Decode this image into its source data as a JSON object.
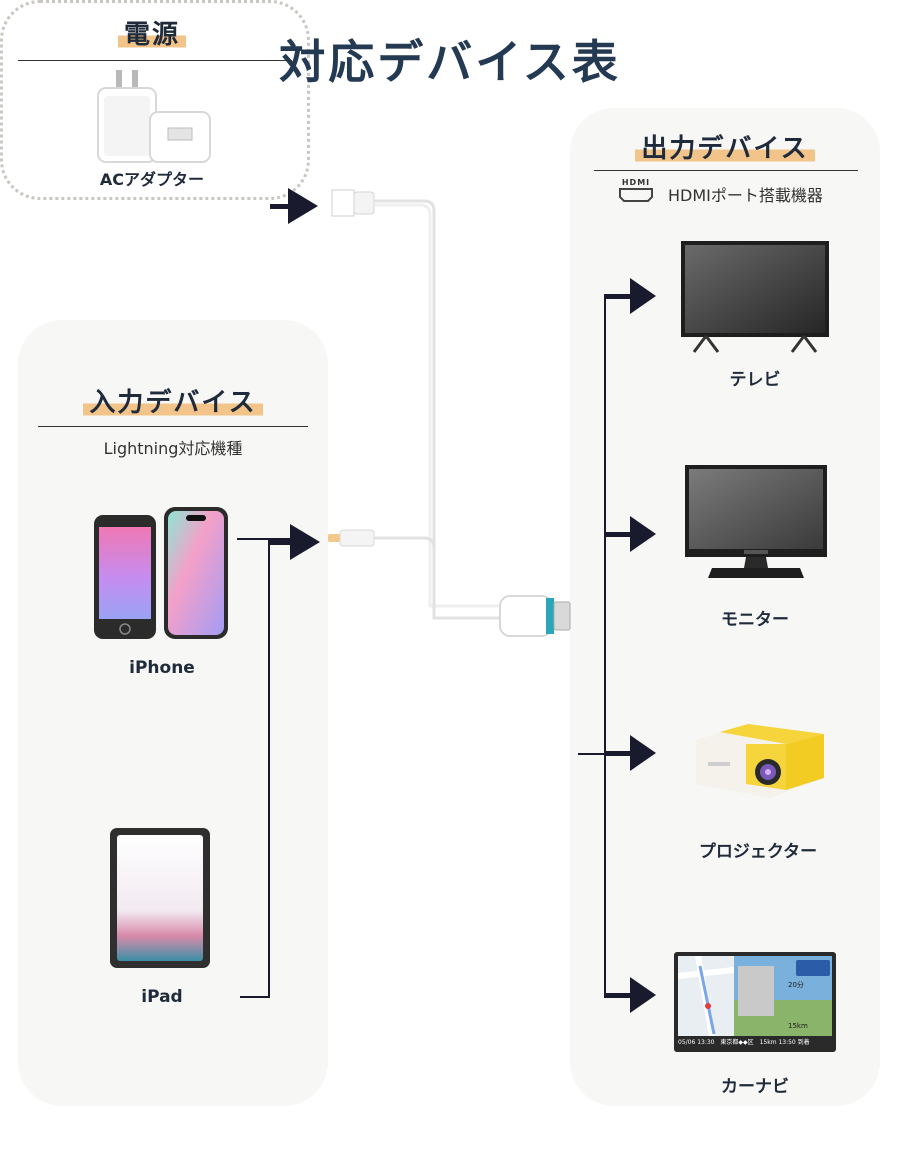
{
  "title": "対応デバイス表",
  "power": {
    "heading": "電源",
    "device_label": "ACアダプター"
  },
  "input": {
    "heading": "入力デバイス",
    "subtitle": "Lightning対応機種",
    "devices": [
      {
        "label": "iPhone"
      },
      {
        "label": "iPad"
      }
    ]
  },
  "output": {
    "heading": "出力デバイス",
    "hdmi_logo": "HDMI",
    "subtitle": "HDMIポート搭載機器",
    "devices": [
      {
        "label": "テレビ"
      },
      {
        "label": "モニター"
      },
      {
        "label": "プロジェクター"
      },
      {
        "label": "カーナビ"
      }
    ]
  },
  "navi_screen": {
    "date_time": "05/06 13:30",
    "place": "東京都◆◆区",
    "distance_eta": "15km 13:50 到着",
    "speed": "20分",
    "remain": "15km"
  },
  "colors": {
    "title": "#233a52",
    "highlight": "#f2c48a",
    "arrow": "#1a1a2e",
    "panel": "#f7f7f5"
  }
}
